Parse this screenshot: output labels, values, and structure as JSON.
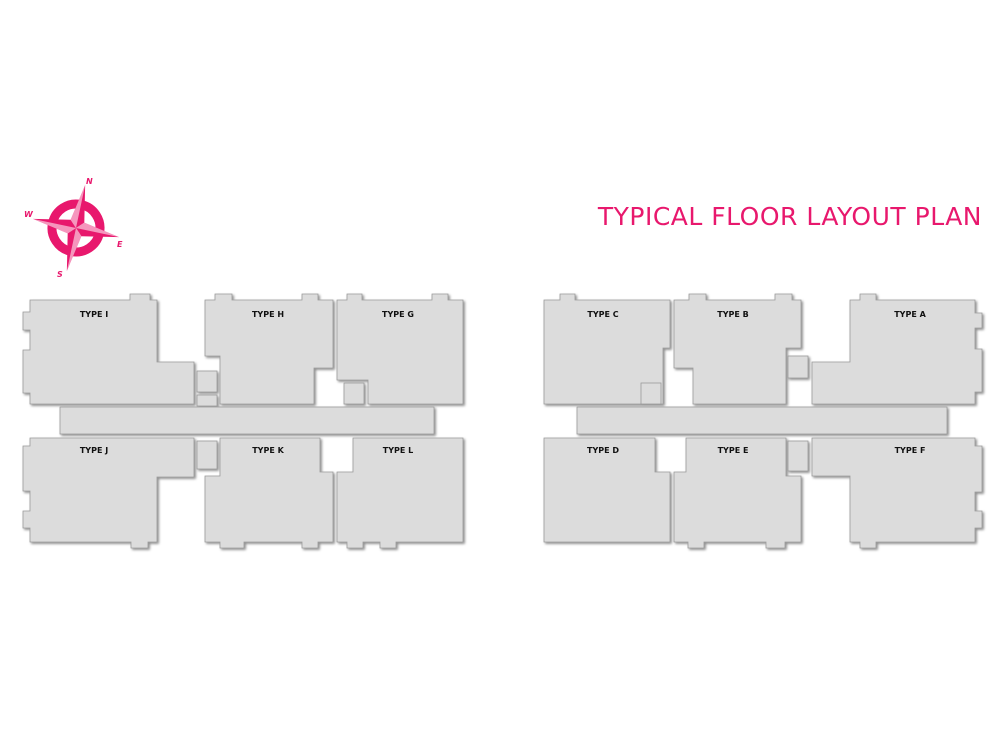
{
  "title": "TYPICAL FLOOR LAYOUT PLAN",
  "colors": {
    "accent": "#e8186d",
    "unit_fill": "#dcdcdc",
    "unit_stroke": "#9a9a9a",
    "text": "#111111"
  },
  "compass": {
    "north": "N",
    "south": "S",
    "east": "E",
    "west": "W"
  },
  "tower_left": {
    "units_top": [
      "TYPE I",
      "TYPE H",
      "TYPE G"
    ],
    "units_bottom": [
      "TYPE J",
      "TYPE K",
      "TYPE L"
    ]
  },
  "tower_right": {
    "units_top": [
      "TYPE C",
      "TYPE B",
      "TYPE A"
    ],
    "units_bottom": [
      "TYPE D",
      "TYPE E",
      "TYPE F"
    ]
  }
}
